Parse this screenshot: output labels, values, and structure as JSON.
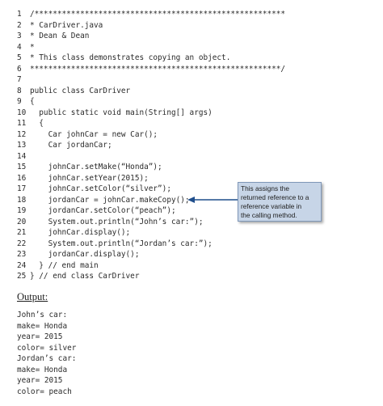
{
  "code": {
    "lines": [
      {
        "num": "1",
        "text": "/*******************************************************"
      },
      {
        "num": "2",
        "text": "* CarDriver.java"
      },
      {
        "num": "3",
        "text": "* Dean & Dean"
      },
      {
        "num": "4",
        "text": "*"
      },
      {
        "num": "5",
        "text": "* This class demonstrates copying an object."
      },
      {
        "num": "6",
        "text": "*******************************************************/"
      },
      {
        "num": "7",
        "text": ""
      },
      {
        "num": "8",
        "text": "public class CarDriver"
      },
      {
        "num": "9",
        "text": "{"
      },
      {
        "num": "10",
        "text": "  public static void main(String[] args)"
      },
      {
        "num": "11",
        "text": "  {"
      },
      {
        "num": "12",
        "text": "    Car johnCar = new Car();"
      },
      {
        "num": "13",
        "text": "    Car jordanCar;"
      },
      {
        "num": "14",
        "text": ""
      },
      {
        "num": "15",
        "text": "    johnCar.setMake(“Honda”);"
      },
      {
        "num": "16",
        "text": "    johnCar.setYear(2015);"
      },
      {
        "num": "17",
        "text": "    johnCar.setColor(“silver”);"
      },
      {
        "num": "18",
        "text": "    jordanCar = johnCar.makeCopy();"
      },
      {
        "num": "19",
        "text": "    jordanCar.setColor(“peach”);"
      },
      {
        "num": "20",
        "text": "    System.out.println(“John’s car:”);"
      },
      {
        "num": "21",
        "text": "    johnCar.display();"
      },
      {
        "num": "22",
        "text": "    System.out.println(“Jordan’s car:”);"
      },
      {
        "num": "23",
        "text": "    jordanCar.display();"
      },
      {
        "num": "24",
        "text": "  } // end main"
      },
      {
        "num": "25",
        "text": "} // end class CarDriver"
      }
    ]
  },
  "callout": {
    "lines": [
      "This assigns the",
      "returned reference to a",
      "reference variable in",
      "the calling method."
    ],
    "color": "#c7d5e7",
    "arrow_color": "#1f4e8c"
  },
  "output": {
    "title": "Output:",
    "lines": [
      "John’s car:",
      "make= Honda",
      "year= 2015",
      "color= silver",
      "Jordan’s car:",
      "make= Honda",
      "year= 2015",
      "color= peach"
    ]
  }
}
